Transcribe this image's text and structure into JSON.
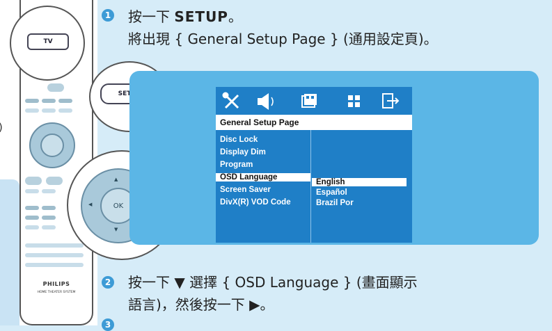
{
  "remote": {
    "tv_label": "TV",
    "setup_label": "SETUP",
    "ok_label": "OK",
    "brand": "PHILIPS",
    "subtitle": "HOME THEATER SYSTEM"
  },
  "left_fragment": ")",
  "steps": [
    {
      "number": "1",
      "line1_prefix": "按一下",
      "line1_bold": "SETUP",
      "line1_suffix": "。",
      "line2": "將出現 { General Setup Page } (通用設定頁)。"
    },
    {
      "number": "2",
      "line1": "按一下 ▼ 選擇 { OSD Language } (畫面顯示",
      "line2": "語言)，然後按一下 ▶。"
    },
    {
      "number": "3"
    }
  ],
  "osd_menu": {
    "icons": [
      "setup-tools-icon",
      "speaker-icon",
      "video-icon",
      "preference-icon",
      "exit-icon"
    ],
    "title": "General Setup Page",
    "items": [
      "Disc Lock",
      "Display Dim",
      "Program",
      "OSD Language",
      "Screen Saver",
      "DivX(R) VOD Code"
    ],
    "selected_item": "OSD Language",
    "options": [
      "English",
      "Español",
      "Brazil Por"
    ],
    "selected_option": "English"
  },
  "colors": {
    "accent_blue": "#3d9bd6",
    "panel_blue": "#5bb6e6",
    "menu_blue": "#1f7fc7",
    "page_bg": "#d6ecf8"
  }
}
